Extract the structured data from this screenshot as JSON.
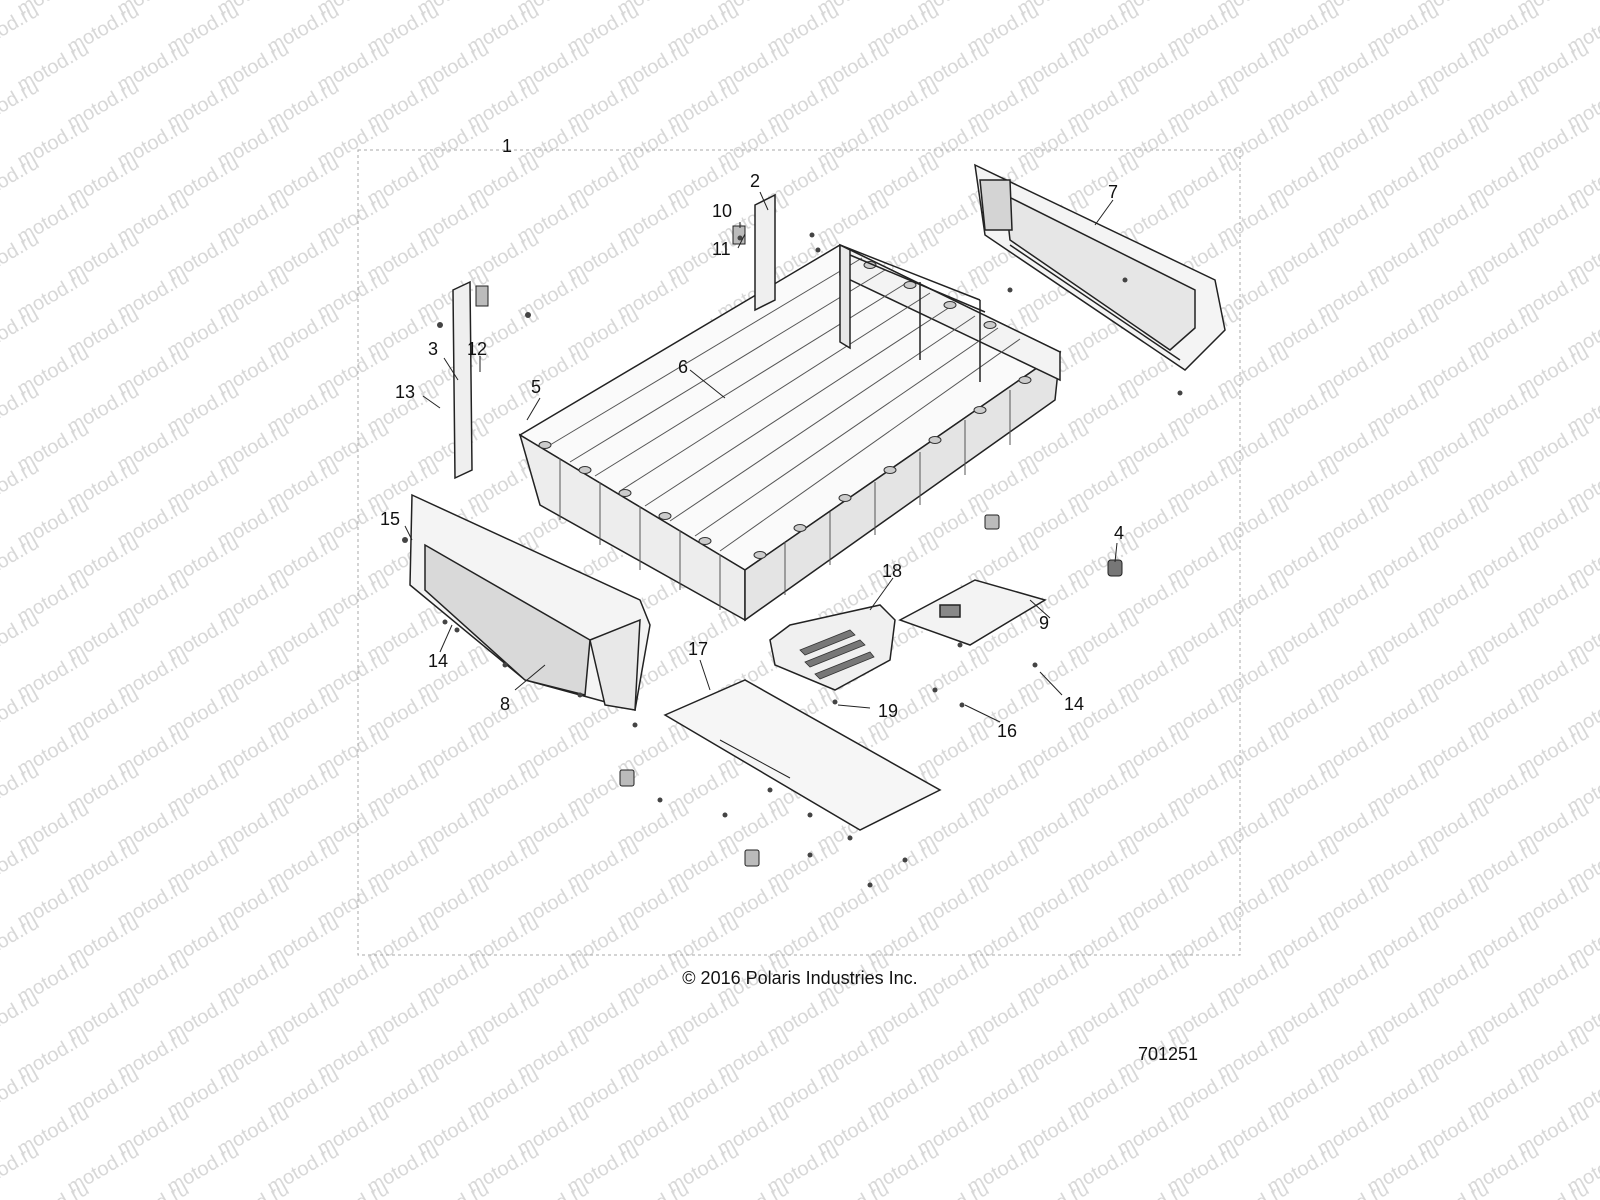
{
  "watermark": {
    "text": "motod.ru",
    "color": "#d8d8d8"
  },
  "callouts": {
    "c1": "1",
    "c2": "2",
    "c3": "3",
    "c4": "4",
    "c5": "5",
    "c6": "6",
    "c7": "7",
    "c8": "8",
    "c9": "9",
    "c10": "10",
    "c11": "11",
    "c12": "12",
    "c13": "13",
    "c14a": "14",
    "c14b": "14",
    "c15": "15",
    "c16": "16",
    "c17": "17",
    "c18": "18",
    "c19": "19"
  },
  "footer": {
    "copyright": "© 2016 Polaris Industries Inc.",
    "diagram_number": "701251"
  },
  "colors": {
    "line": "#222222",
    "frame": "#aaaaaa",
    "shade": "#dedede"
  }
}
